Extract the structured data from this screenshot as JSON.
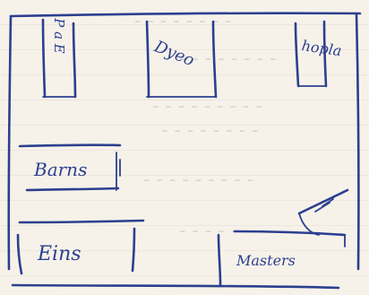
{
  "sketch": {
    "room_labels": {
      "left_top": "P a E",
      "mid_top": "Dyeo",
      "right_top": "hopla",
      "middle_left": "Barns",
      "bottom_left": "Eins",
      "bottom_right": "Masters"
    }
  },
  "colors": {
    "ink": "#2c3f8f",
    "paper": "#f6f2ea",
    "rule_line": "#e4dccf"
  }
}
